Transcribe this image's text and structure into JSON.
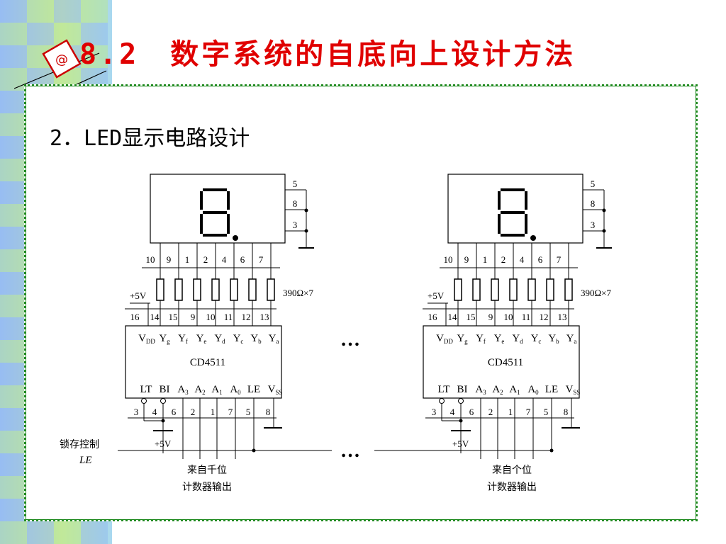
{
  "title": "8.2　数字系统的自底向上设计方法",
  "badge": "@",
  "subtitle": "2．LED显示电路设计",
  "colors": {
    "title": "#e00000",
    "frame": "#1f8a1f",
    "stripe_blue": "#8fb6f0",
    "stripe_green": "#b9e88a"
  },
  "display_pins": [
    "5",
    "8",
    "3"
  ],
  "segment_pins": [
    "10",
    "9",
    "1",
    "2",
    "4",
    "6",
    "7"
  ],
  "resistor_label": "390Ω×7",
  "vcc_label": "+5V",
  "chip_top_pins": [
    "16",
    "14",
    "15",
    "9",
    "10",
    "11",
    "12",
    "13"
  ],
  "chip_top_labels": [
    "VDD",
    "Yg",
    "Yf",
    "Ye",
    "Yd",
    "Yc",
    "Yb",
    "Ya"
  ],
  "chip_name": "CD4511",
  "chip_bottom_labels": [
    "LT",
    "BI",
    "A3",
    "A2",
    "A1",
    "A0",
    "LE",
    "VSS"
  ],
  "chip_bottom_pins": [
    "3",
    "4",
    "6",
    "2",
    "1",
    "7",
    "5",
    "8"
  ],
  "ellipsis": "…",
  "latch_label": "锁存控制",
  "latch_signal": "LE",
  "source_left_1": "来自千位",
  "source_left_2": "计数器输出",
  "source_right_1": "来自个位",
  "source_right_2": "计数器输出"
}
